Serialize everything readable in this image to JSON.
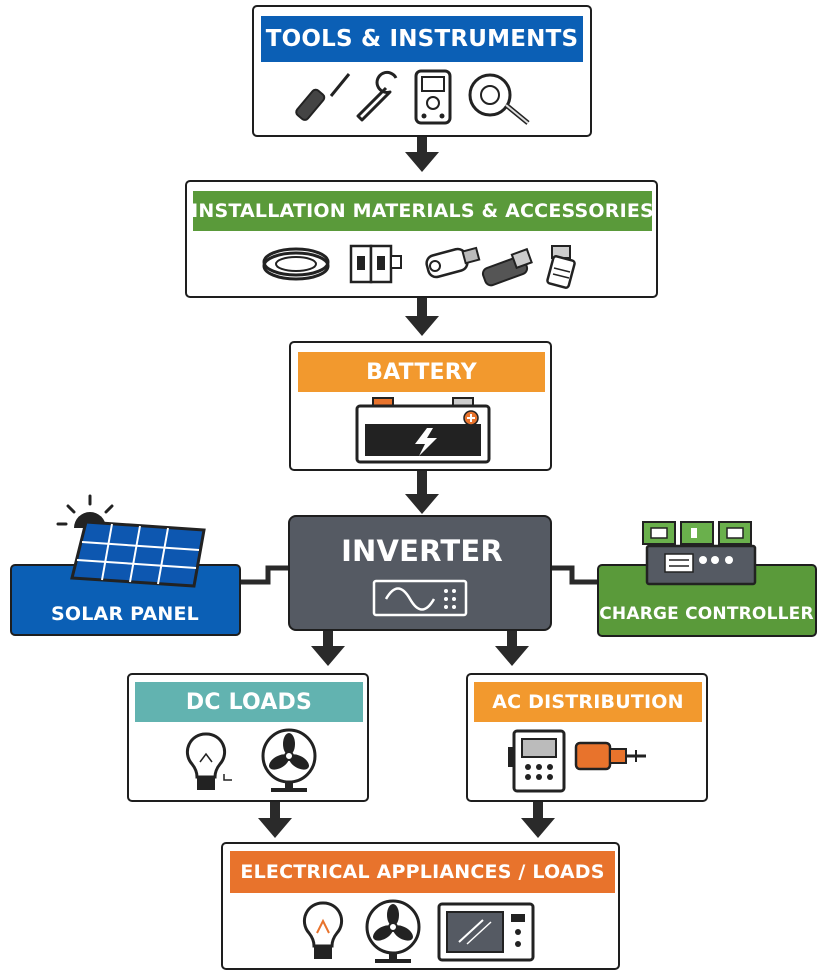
{
  "colors": {
    "tools": "#0b5fb5",
    "materials": "#5a9a3a",
    "battery": "#f2992e",
    "inverter": "#555a63",
    "solar": "#0b5fb5",
    "charge_controller": "#5a9a3a",
    "dc_loads": "#62b3b0",
    "ac_distribution": "#f2992e",
    "appliances": "#e8732c",
    "arrow": "#2a2a2a"
  },
  "nodes": {
    "tools": {
      "label": "TOOLS & INSTRUMENTS",
      "icons": [
        "screwdriver-icon",
        "wrench-icon",
        "multimeter-icon",
        "tape-measure-icon"
      ]
    },
    "materials": {
      "label": "INSTALLATION MATERIALS & ACCESSORIES",
      "icons": [
        "cable-coil-icon",
        "breaker-icon",
        "connector-icon",
        "fuse-holder-icon",
        "mc4-connector-icon"
      ]
    },
    "battery": {
      "label": "BATTERY",
      "icons": [
        "battery-icon"
      ]
    },
    "inverter": {
      "label": "INVERTER",
      "icons": [
        "sine-wave-icon"
      ]
    },
    "solar": {
      "label": "SOLAR PANEL",
      "icons": [
        "sun-icon",
        "solar-panel-icon"
      ]
    },
    "charge_controller": {
      "label": "CHARGE CONTROLLER",
      "icons": [
        "charge-controller-icon"
      ]
    },
    "dc_loads": {
      "label": "DC LOADS",
      "icons": [
        "light-bulb-icon",
        "fan-icon"
      ]
    },
    "ac_distribution": {
      "label": "AC DISTRIBUTION",
      "icons": [
        "distribution-panel-icon",
        "plug-icon"
      ]
    },
    "appliances": {
      "label": "ELECTRICAL APPLIANCES / LOADS",
      "icons": [
        "light-bulb-icon",
        "fan-icon",
        "microwave-icon"
      ]
    }
  },
  "edges": [
    [
      "tools",
      "materials"
    ],
    [
      "materials",
      "battery"
    ],
    [
      "battery",
      "inverter"
    ],
    [
      "solar",
      "inverter"
    ],
    [
      "charge_controller",
      "inverter"
    ],
    [
      "inverter",
      "dc_loads"
    ],
    [
      "inverter",
      "ac_distribution"
    ],
    [
      "dc_loads",
      "appliances"
    ],
    [
      "ac_distribution",
      "appliances"
    ]
  ]
}
